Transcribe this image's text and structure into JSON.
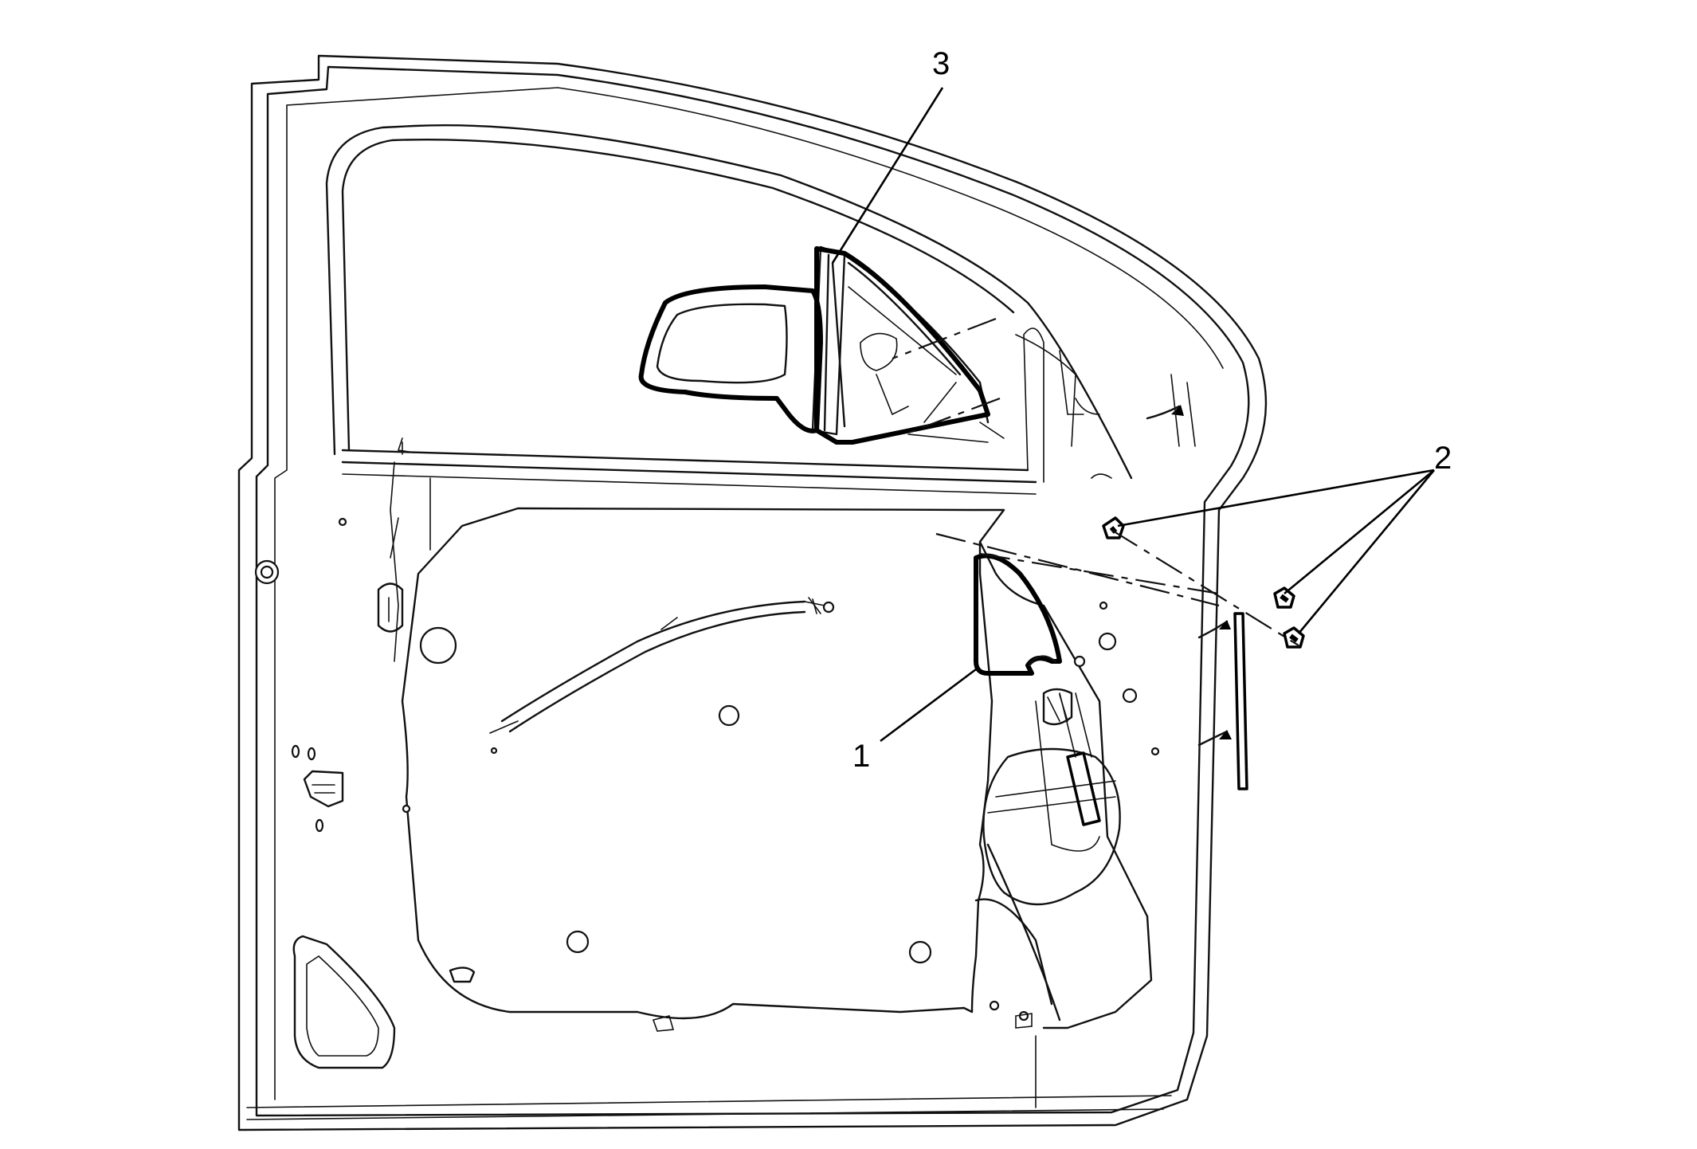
{
  "callouts": {
    "c1": "1",
    "c2": "2",
    "c3": "3"
  },
  "colors": {
    "line": "#111111",
    "background": "#ffffff"
  }
}
